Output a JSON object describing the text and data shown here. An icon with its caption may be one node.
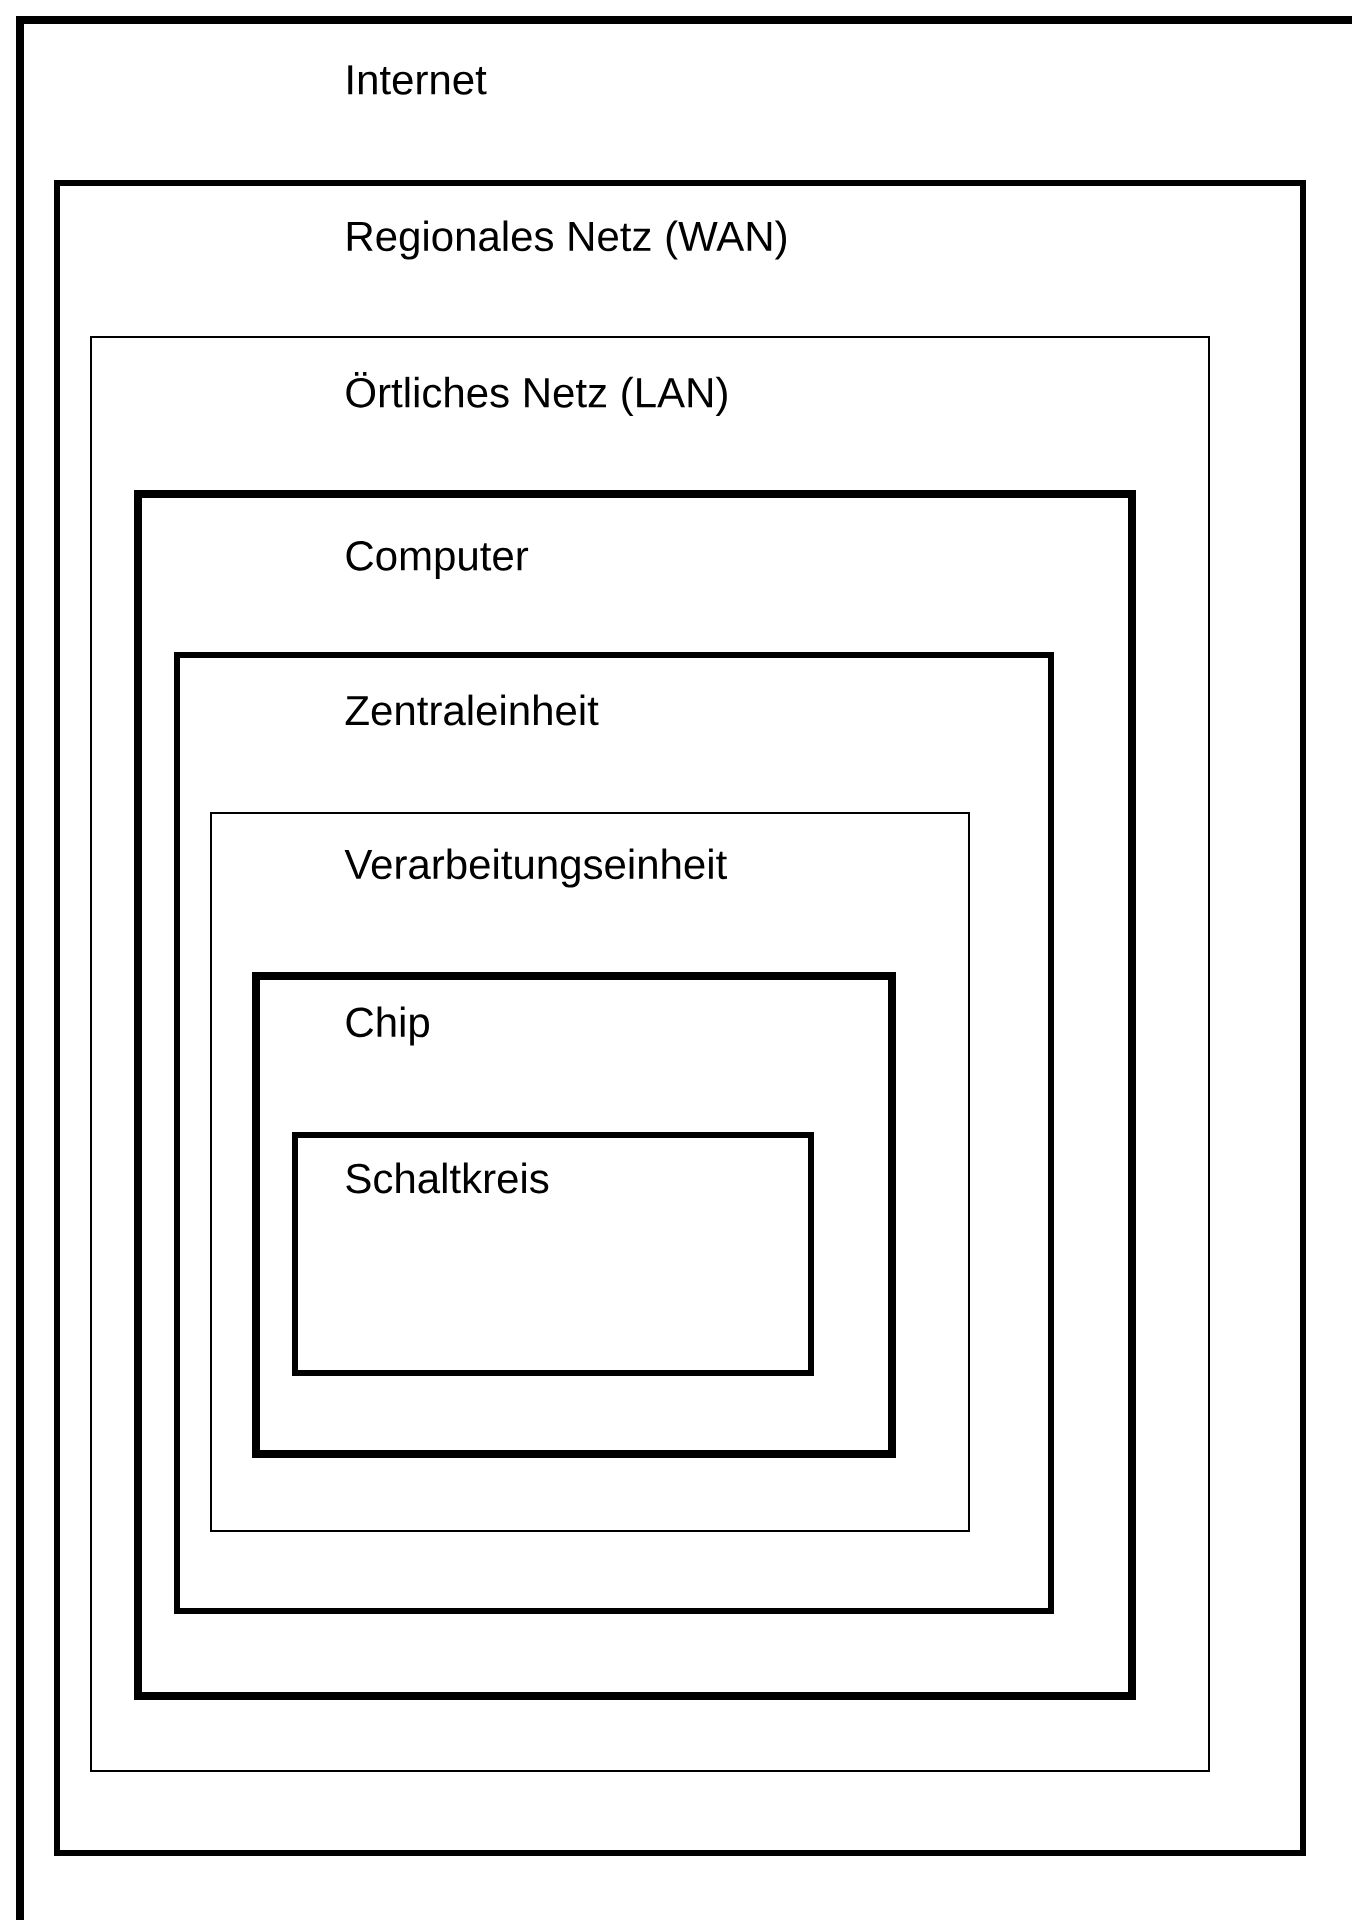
{
  "diagram": {
    "nodes": [
      {
        "text": [
          "Internet"
        ]
      },
      {
        "text": [
          "Regionales Netz (WAN)"
        ],
        "in": 0
      },
      {
        "text": [
          "Örtliches Netz (LAN)"
        ],
        "in": 1
      },
      {
        "text": [
          "Computer"
        ],
        "in": 2
      },
      {
        "text": [
          "Zentraleinheit"
        ],
        "in": 3
      },
      {
        "text": [
          "Verarbeitungseinheit"
        ],
        "in": 4
      },
      {
        "text": [
          "Chip"
        ],
        "in": 5
      },
      {
        "text": [
          "Schaltkreis"
        ],
        "in": 6
      }
    ]
  }
}
